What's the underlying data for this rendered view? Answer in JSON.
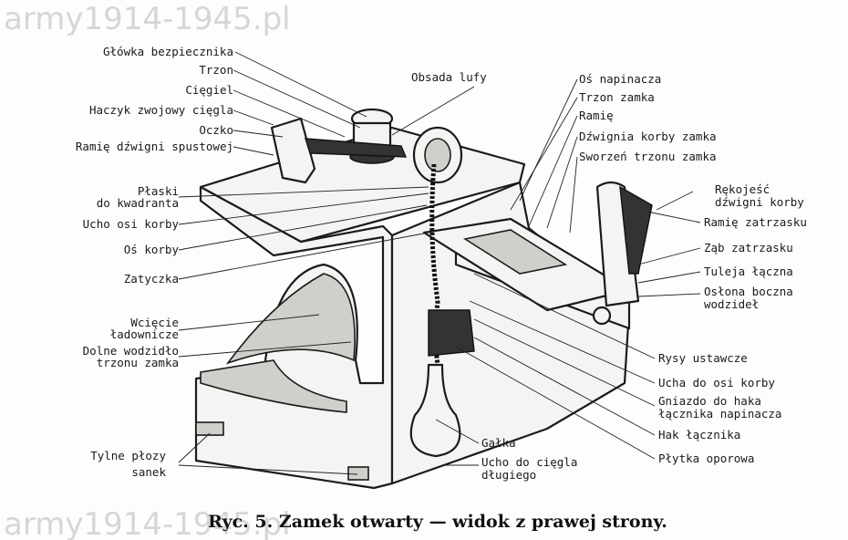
{
  "watermarks": [
    "army1914-1945.pl",
    "army1914-1945.pl"
  ],
  "labels_left": [
    "Główka bezpiecznika",
    "Trzon",
    "Cięgiel",
    "Haczyk zwojowy cięgla",
    "Oczko",
    "Ramię dźwigni spustowej",
    "Płaski",
    "do kwadranta",
    "Ucho osi korby",
    "Oś korby",
    "Zatyczka",
    "Wcięcie",
    "ładownicze",
    "Dolne wodzidło",
    "trzonu zamka",
    "Tylne płozy",
    "sanek"
  ],
  "labels_top": [
    "Obsada lufy"
  ],
  "labels_right": [
    "Oś napinacza",
    "Trzon zamka",
    "Ramię",
    "Dźwignia korby zamka",
    "Sworzeń trzonu zamka",
    "Rękojeść",
    "dźwigni korby",
    "Ramię zatrzasku",
    "Ząb zatrzasku",
    "Tuleja łączna",
    "Osłona boczna",
    "wodzideł",
    "Rysy ustawcze",
    "Ucha do osi korby",
    "Gniazdo do haka",
    "łącznika napinacza",
    "Hak łącznika",
    "Płytka oporowa"
  ],
  "labels_bottom": [
    "Gałka",
    "Ucho do cięgla",
    "długiego"
  ],
  "caption": "Ryc. 5. Zamek otwarty — widok z prawej strony."
}
